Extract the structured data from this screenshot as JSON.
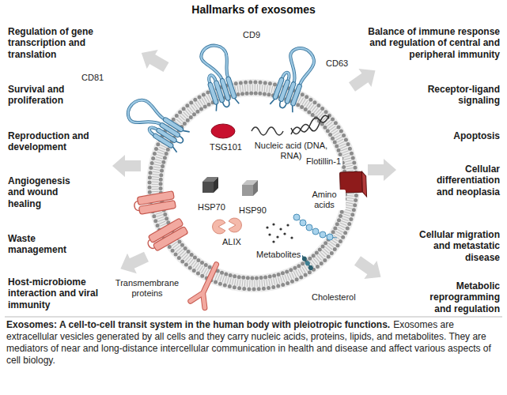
{
  "diagram": {
    "title": "Hallmarks of exosomes",
    "caption": "Exosomes: A cell-to-cell transit system in the human body with pleiotropic functions.",
    "labels": [
      "Regulation of gene transcription and translation",
      "Survival and proliferation",
      "Reproduction and development",
      "Angiogenesis and wound healing",
      "Waste management",
      "Host-microbiome interaction and viral immunity",
      "Balance of immune response and regulation of central and peripheral immunity",
      "Receptor-ligand signaling",
      "Apoptosis",
      "Cellular differentiation and neoplasia",
      "Cellular migration and metastatic disease",
      "Metabolic reprogramming and regulation",
      "CD9",
      "CD63",
      "CD81",
      "TSG101",
      "Nucleic acid (DNA, RNA)",
      "Flotillin-1",
      "HSP70",
      "HSP90",
      "Amino acids",
      "ALIX",
      "Metabolites",
      "Transmembrane proteins",
      "Cholesterol",
      "Exosomes are extracellular vesicles generated by all cells and they carry nucleic acids, proteins, lipids, and metabolites. They are mediators of near and long-distance intercellular communication in health and disease and affect various aspects of cell biology."
    ]
  }
}
